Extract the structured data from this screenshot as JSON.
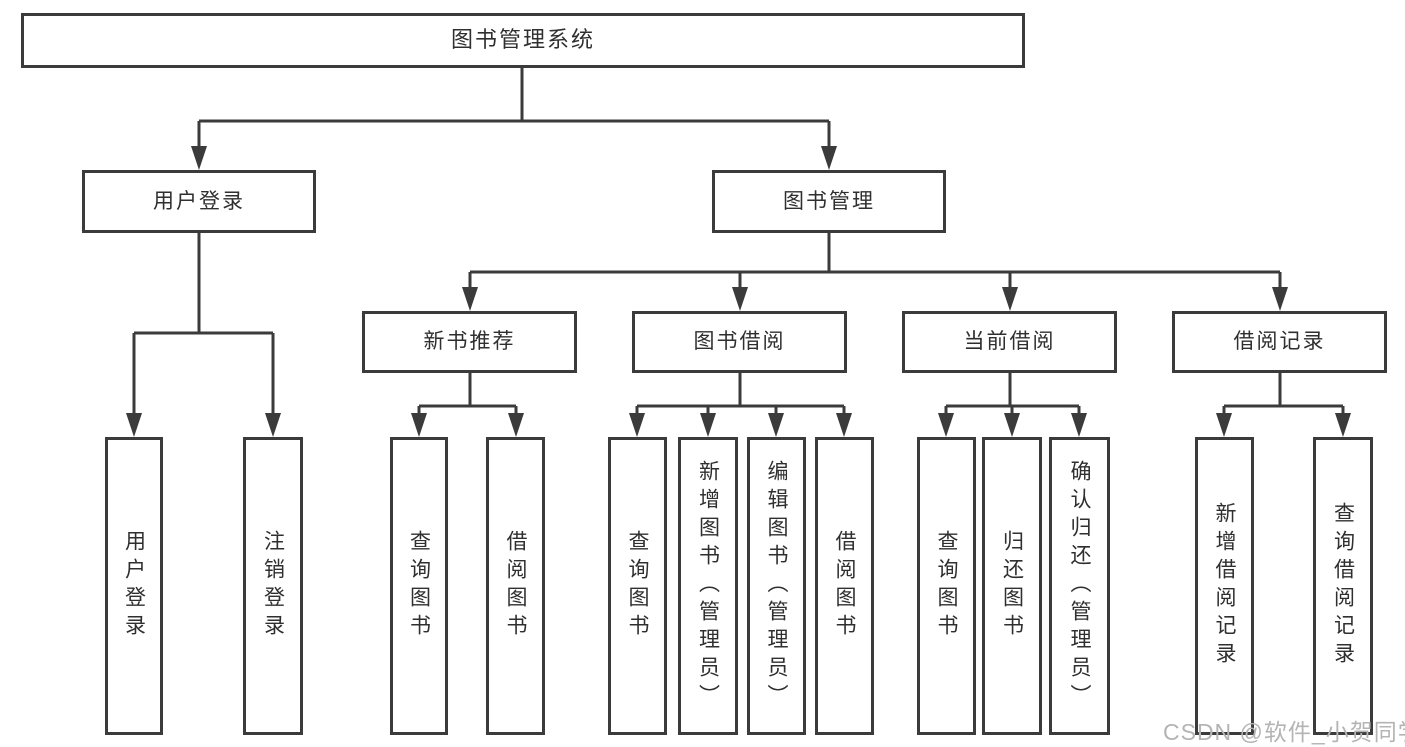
{
  "tree": {
    "root": {
      "label": "图书管理系统"
    },
    "children": [
      {
        "label": "用户登录",
        "leaves": [
          {
            "label": "用户登录"
          },
          {
            "label": "注销登录"
          }
        ]
      },
      {
        "label": "图书管理",
        "children": [
          {
            "label": "新书推荐",
            "leaves": [
              {
                "label": "查询图书"
              },
              {
                "label": "借阅图书"
              }
            ]
          },
          {
            "label": "图书借阅",
            "leaves": [
              {
                "label": "查询图书"
              },
              {
                "label": "新增图书（管理员）"
              },
              {
                "label": "编辑图书（管理员）"
              },
              {
                "label": "借阅图书"
              }
            ]
          },
          {
            "label": "当前借阅",
            "leaves": [
              {
                "label": "查询图书"
              },
              {
                "label": "归还图书"
              },
              {
                "label": "确认归还（管理员）"
              }
            ]
          },
          {
            "label": "借阅记录",
            "leaves": [
              {
                "label": "新增借阅记录"
              },
              {
                "label": "查询借阅记录"
              }
            ]
          }
        ]
      }
    ]
  },
  "watermark": "CSDN @软件_小贺同学",
  "colors": {
    "line": "#3b3b3b",
    "box_border": "#3b3b3b",
    "watermark": "#b4b4b4",
    "background": "#ffffff"
  }
}
